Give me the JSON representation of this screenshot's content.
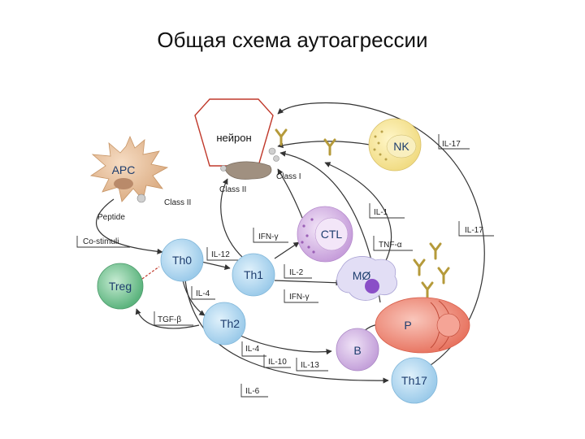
{
  "slide": {
    "title": "Общая схема аутоагрессии"
  },
  "neuron_box": {
    "label": "нейрон"
  },
  "cells": {
    "apc": "APC",
    "nk": "NK",
    "ctl": "CTL",
    "th0": "Th0",
    "th1": "Th1",
    "th2": "Th2",
    "treg": "Treg",
    "macrophage": "MØ",
    "plasma": "P",
    "b": "B",
    "th17": "Th17"
  },
  "labels": {
    "class_i": "Class I",
    "class_ii_top": "Class II",
    "class_ii_apc": "Class II",
    "peptide": "Peptide",
    "co_stimuli": "Co-stimuli",
    "il17_top": "IL-17",
    "il17_right": "IL-17",
    "il1": "IL-1",
    "ifn_g_top": "IFN-γ",
    "tnf_a": "TNF-α",
    "il12": "IL-12",
    "il2": "IL-2",
    "ifn_g_bottom": "IFN-γ",
    "il4_top": "IL-4",
    "tgf_b": "TGF-β",
    "il4_bottom": "IL-4",
    "il10": "IL-10",
    "il13": "IL-13",
    "il6": "IL-6"
  },
  "colors": {
    "apc": "#e9c39f",
    "nk": "#f6e7a0",
    "ctl": "#d9b8e6",
    "th_cells": "#b7dcf3",
    "treg": "#7fc79a",
    "macrophage": "#d6d2f0",
    "plasma": "#f08a78",
    "b_cell": "#d4b7e6",
    "th17": "#b7dcf3",
    "neuron_border": "#c0392b",
    "target_tissue": "#a09080",
    "antibody": "#d4bf6a"
  }
}
